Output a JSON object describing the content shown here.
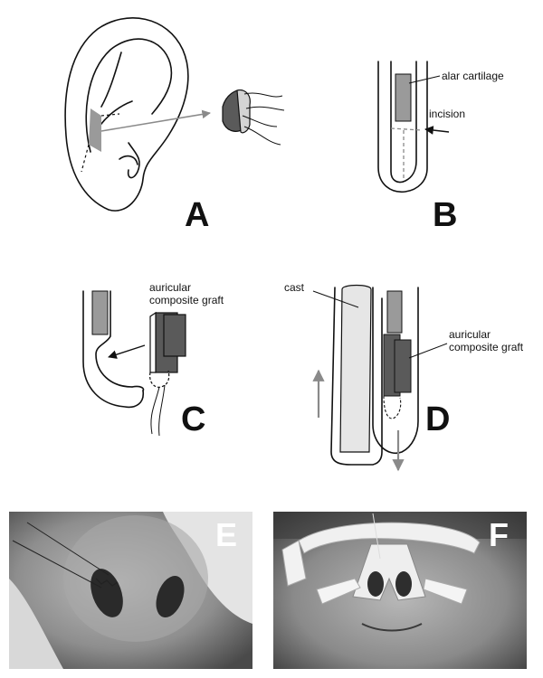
{
  "panels": {
    "a": {
      "letter": "A"
    },
    "b": {
      "letter": "B",
      "labels": {
        "alar": "alar cartilage",
        "incision": "incision"
      }
    },
    "c": {
      "letter": "C",
      "labels": {
        "graft_line1": "auricular",
        "graft_line2": "composite graft"
      }
    },
    "d": {
      "letter": "D",
      "labels": {
        "cast": "cast",
        "graft_line1": "auricular",
        "graft_line2": "composite graft"
      }
    },
    "e": {
      "letter": "E"
    },
    "f": {
      "letter": "F"
    }
  },
  "colors": {
    "ink": "#111111",
    "cartilage": "#9a9a9a",
    "graft": "#5a5a5a",
    "arrow": "#8a8a8a",
    "cast": "#e6e6e6"
  }
}
